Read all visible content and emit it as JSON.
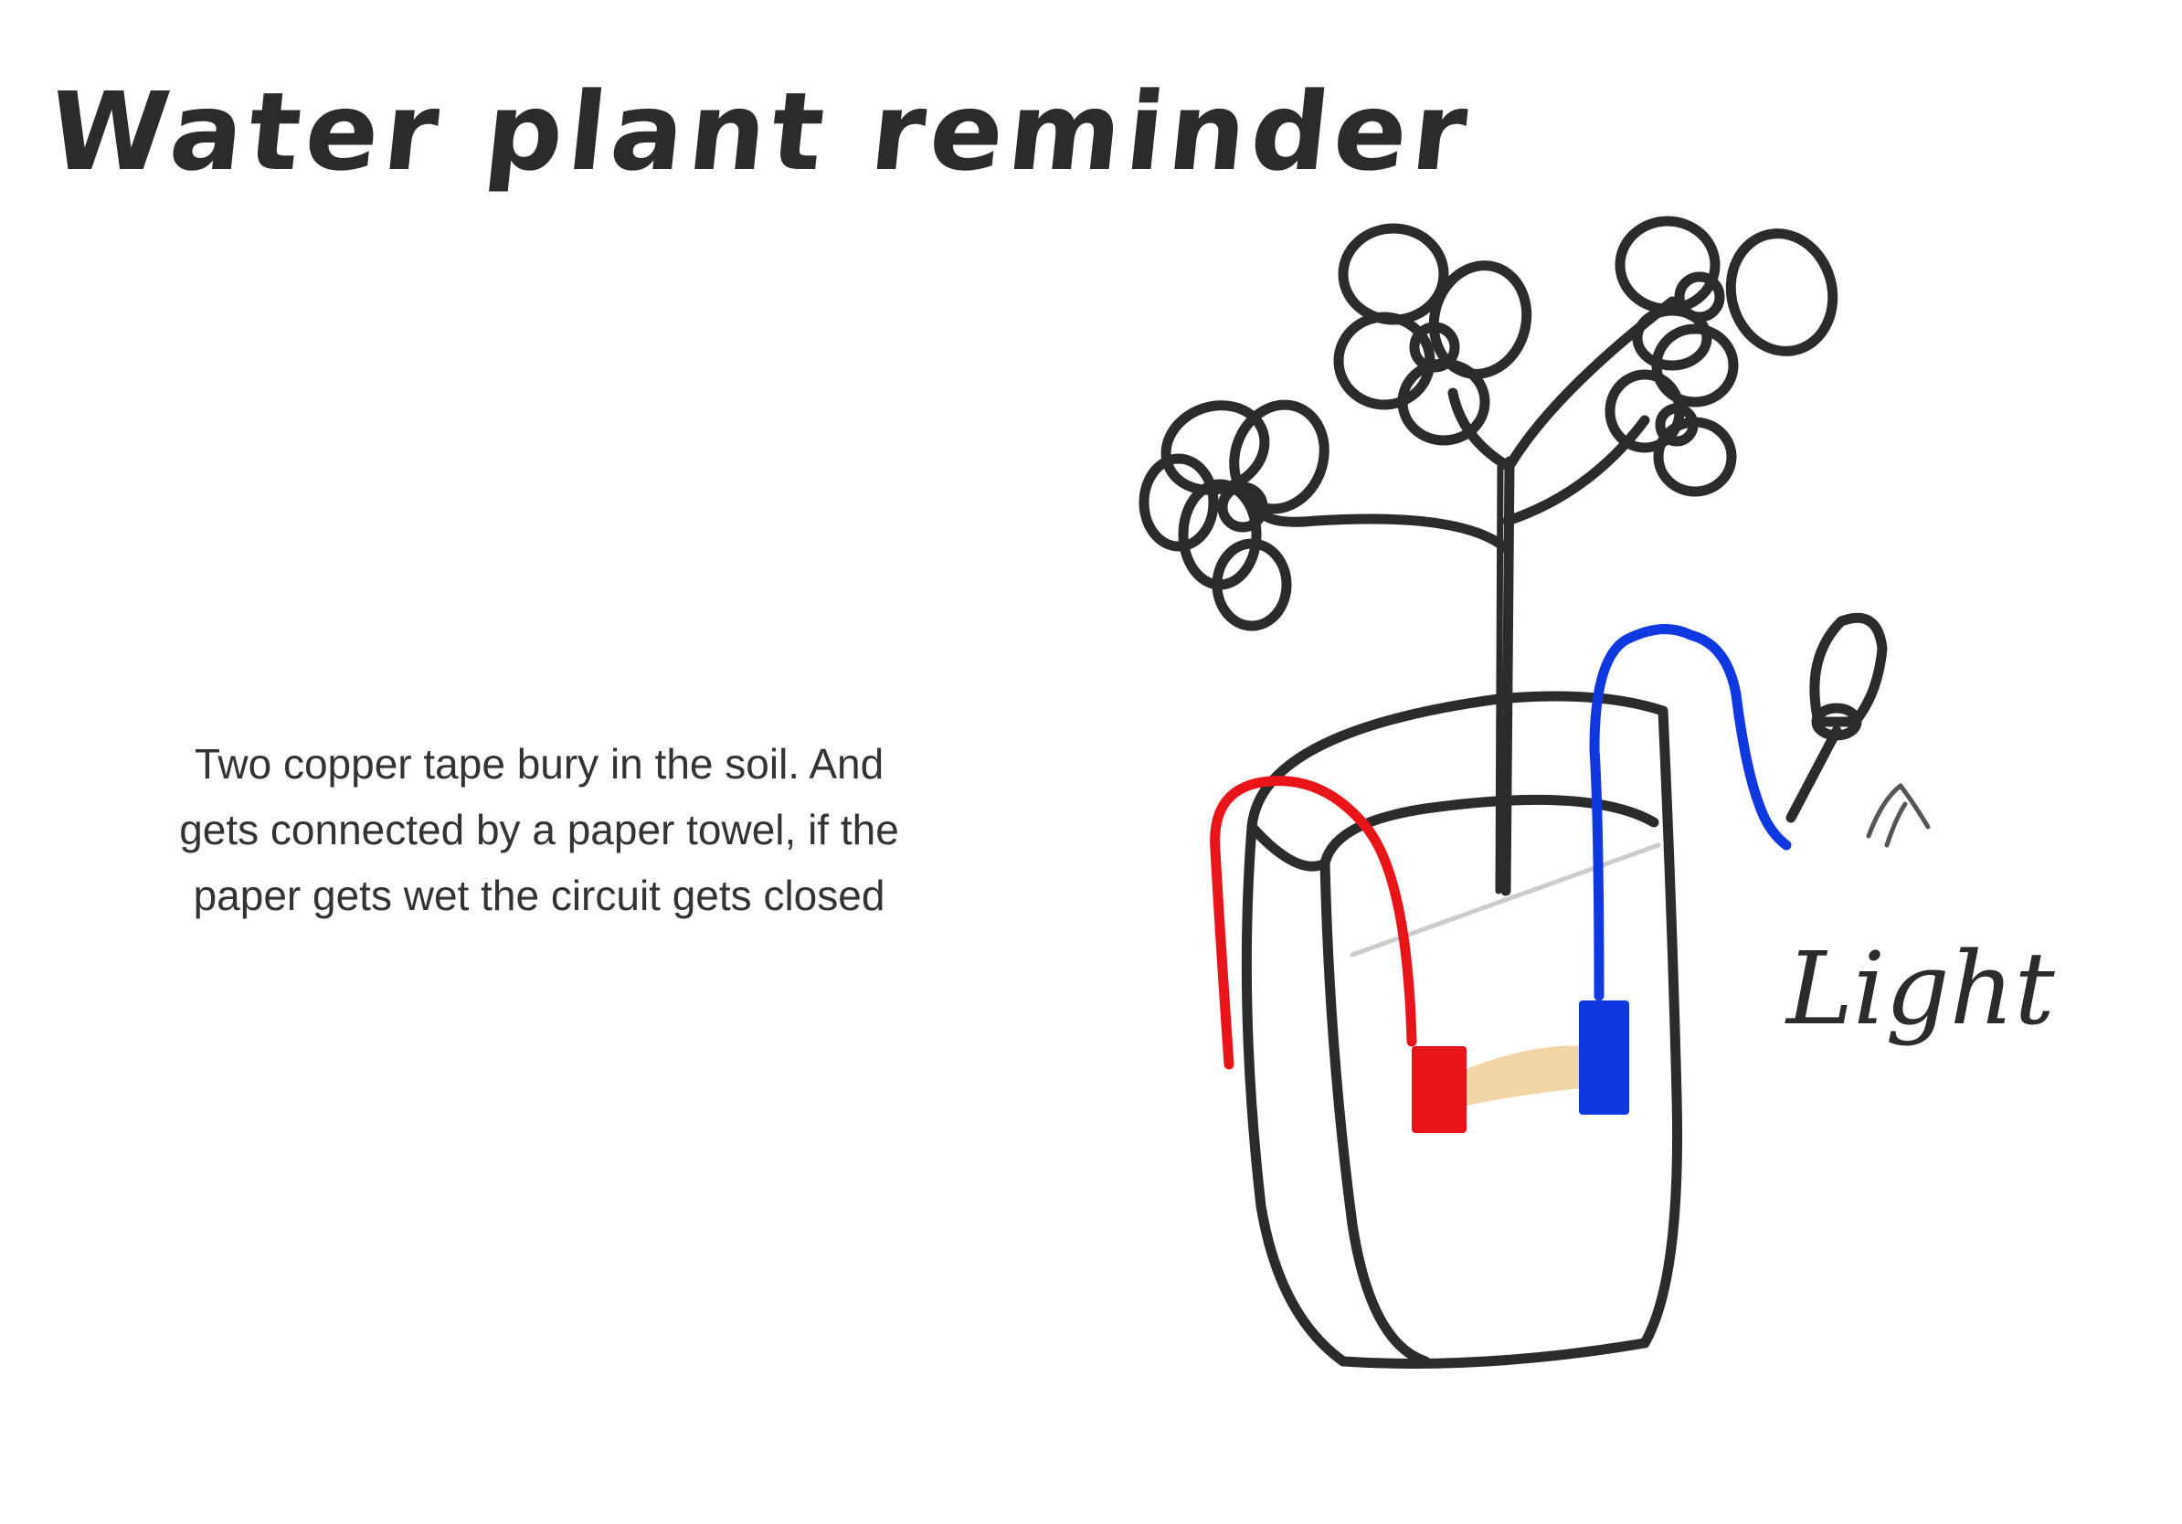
{
  "title": "Water plant reminder",
  "description_lines": [
    "Two copper tape bury in the soil. And",
    "gets connected by a paper towel, if the",
    "paper gets wet the circuit gets closed"
  ],
  "light_label": "Light",
  "colors": {
    "ink": "#2b2b2b",
    "wire_red": "#e8141a",
    "wire_blue": "#1038e0",
    "paper_towel": "#f3d6a8",
    "text": "#333333"
  }
}
